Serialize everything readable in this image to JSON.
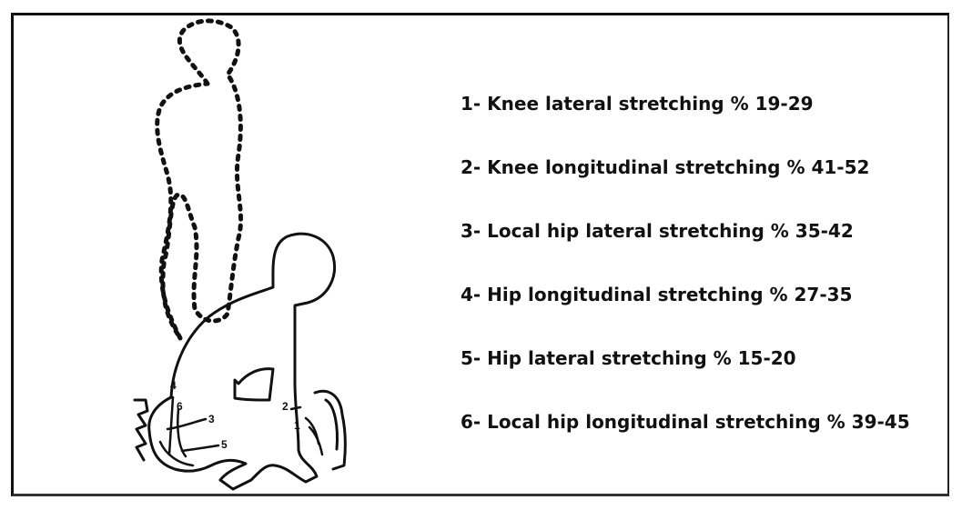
{
  "legend": {
    "items": [
      "1- Knee lateral stretching % 19-29",
      "2- Knee longitudinal stretching % 41-52",
      "3- Local hip lateral stretching % 35-42",
      "4- Hip longitudinal stretching % 27-35",
      "5- Hip lateral stretching % 15-20",
      "6- Local hip longitudinal stretching % 39-45"
    ]
  },
  "figure_labels": {
    "n1": "1",
    "n2": "2",
    "n3": "3",
    "n4": "4",
    "n5": "5",
    "n6": "6"
  }
}
